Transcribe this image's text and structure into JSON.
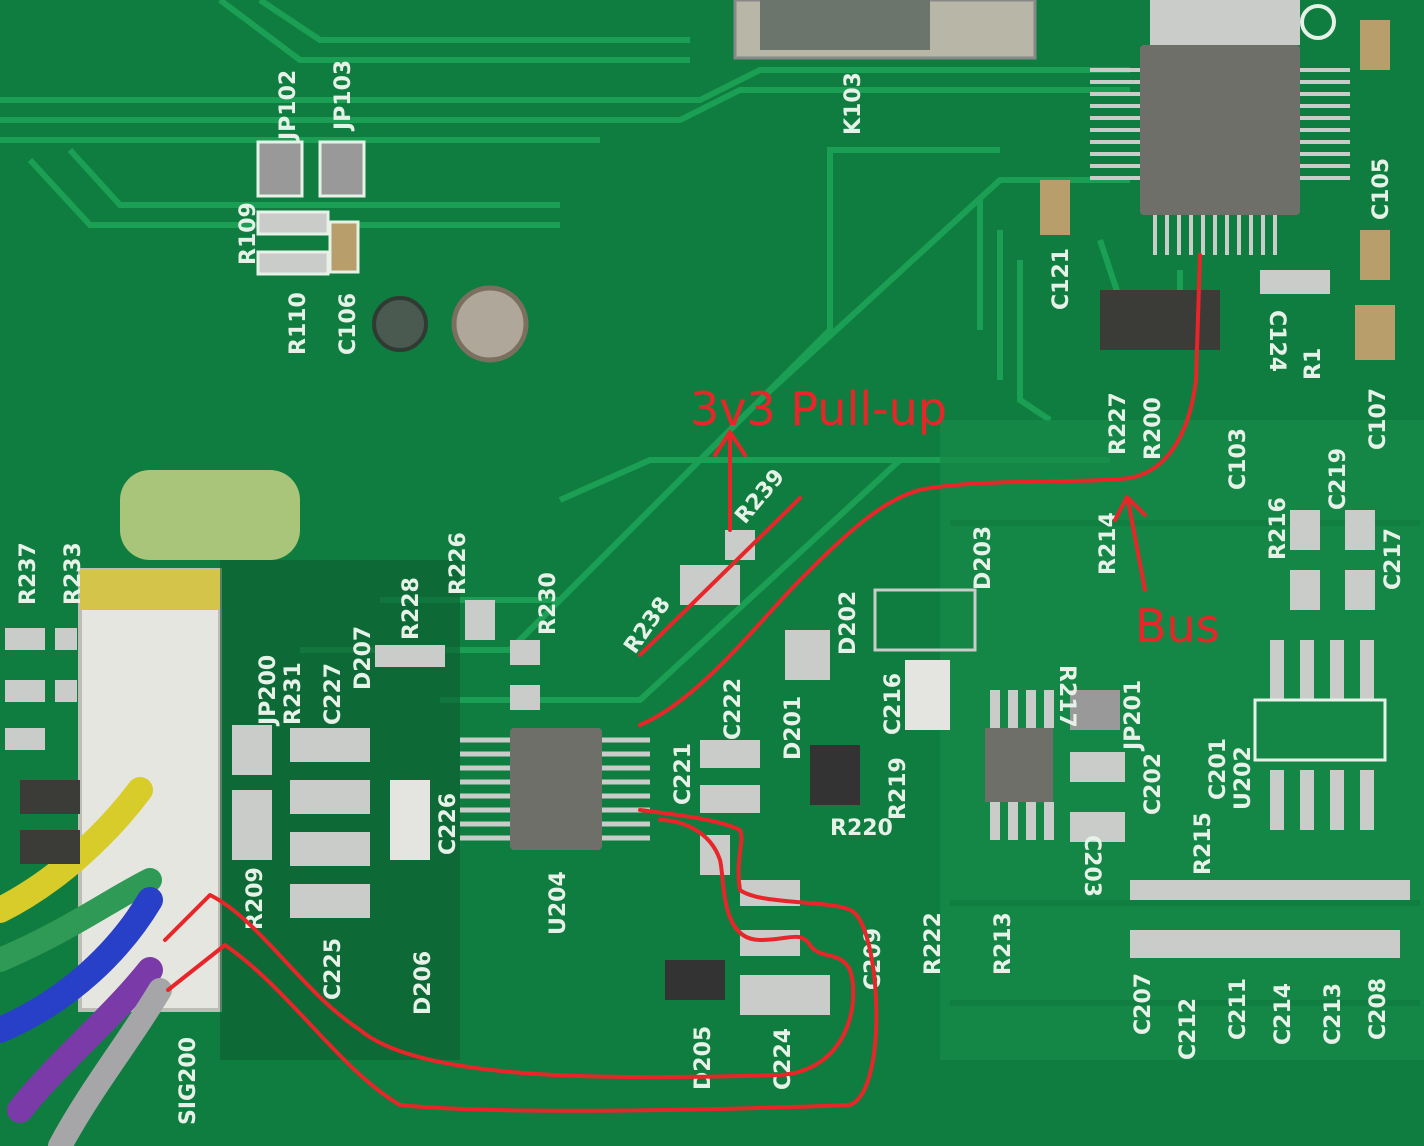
{
  "photo": {
    "subject": "printed circuit board"
  },
  "silkscreen": [
    "JP102",
    "JP103",
    "R109",
    "R110",
    "C106",
    "K103",
    "C121",
    "C105",
    "C124",
    "R1",
    "C107",
    "C103",
    "R227",
    "R200",
    "C219",
    "R216",
    "C217",
    "R237",
    "R233",
    "R226",
    "R228",
    "D207",
    "R230",
    "JP200",
    "R231",
    "C227",
    "R238",
    "R239",
    "C222",
    "D202",
    "D203",
    "R214",
    "R217",
    "JP201",
    "C216",
    "D201",
    "C221",
    "C226",
    "U204",
    "R219",
    "C202",
    "C201",
    "U202",
    "R215",
    "C203",
    "R220",
    "R222",
    "R213",
    "R209",
    "C225",
    "D206",
    "SIG200",
    "D205",
    "C224",
    "C209",
    "C207",
    "C212",
    "C211",
    "C214",
    "C213",
    "C208"
  ],
  "annotations": {
    "pullup_label": "3v3 Pull-up",
    "bus_label": "Bus",
    "color": "#e8262a"
  },
  "colors": {
    "board": "#0f7d3f",
    "trace": "#1a9a52",
    "pad": "#c9ccc9",
    "ic": "#6f6f6a",
    "silk": "#e6f2e8"
  }
}
